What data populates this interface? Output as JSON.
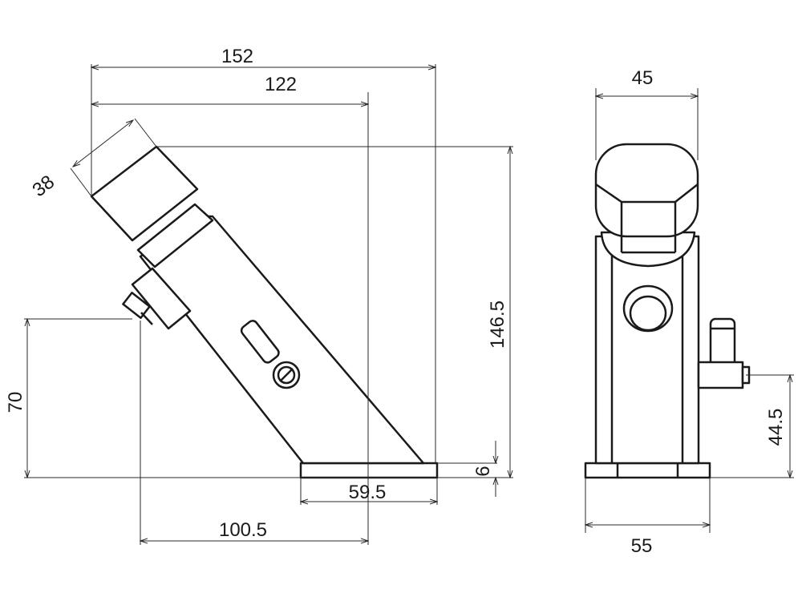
{
  "drawing": {
    "side_view": {
      "dimensions": {
        "overall_width": "152",
        "spout_reach": "122",
        "head_diameter": "38",
        "overall_height": "146.5",
        "spout_height": "70",
        "base_thickness": "6",
        "base_length": "59.5",
        "outlet_distance": "100.5"
      }
    },
    "front_view": {
      "dimensions": {
        "head_width": "45",
        "base_width": "55",
        "lever_height": "44.5"
      }
    }
  },
  "colors": {
    "line": "#1a1a1a",
    "background": "#ffffff"
  }
}
